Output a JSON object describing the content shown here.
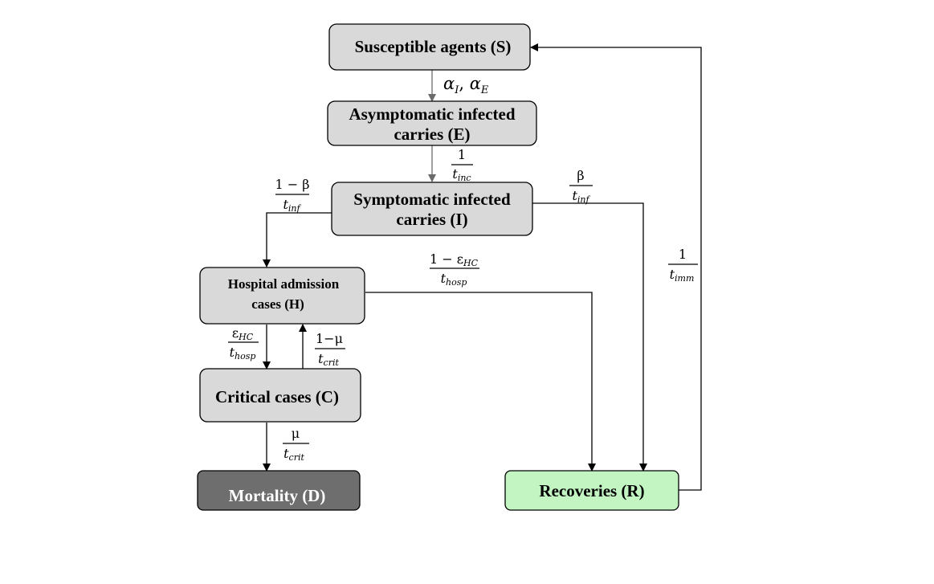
{
  "nodes": {
    "S": {
      "line1": "Susceptible agents (S)"
    },
    "E": {
      "line1": "Asymptomatic infected",
      "line2": "carries (E)"
    },
    "I": {
      "line1": "Symptomatic infected",
      "line2": "carries (I)"
    },
    "H": {
      "line1": "Hospital admission",
      "line2": "cases (H)"
    },
    "C": {
      "line1": "Critical cases (C)"
    },
    "D": {
      "line1": "Mortality (D)"
    },
    "R": {
      "line1": "Recoveries (R)"
    }
  },
  "rates": {
    "s_to_e": {
      "a": "α",
      "a_sub": "I",
      "sep": ", ",
      "b": "α",
      "b_sub": "E"
    },
    "e_to_i": {
      "num": "1",
      "den": "t",
      "den_sub": "inc"
    },
    "i_to_h": {
      "num": "1 − β",
      "den": "t",
      "den_sub": "inf"
    },
    "i_to_r": {
      "num": "β",
      "den": "t",
      "den_sub": "inf"
    },
    "h_to_r": {
      "num": "1 − ε",
      "num_sub": "HC",
      "den": "t",
      "den_sub": "hosp"
    },
    "h_to_c": {
      "num": "ε",
      "num_sub": "HC",
      "den": "t",
      "den_sub": "hosp"
    },
    "c_to_h": {
      "num": "1−μ",
      "den": "t",
      "den_sub": "crit"
    },
    "c_to_d": {
      "num": "μ",
      "den": "t",
      "den_sub": "crit"
    },
    "r_to_s": {
      "num": "1",
      "den": "t",
      "den_sub": "imm"
    }
  },
  "colors": {
    "node_fill": "#d9d9d9",
    "mortality_fill": "#6e6e6e",
    "recovery_fill": "#c3f5c3",
    "gray_arrow": "#6b6b6b",
    "black_arrow": "#000000"
  }
}
